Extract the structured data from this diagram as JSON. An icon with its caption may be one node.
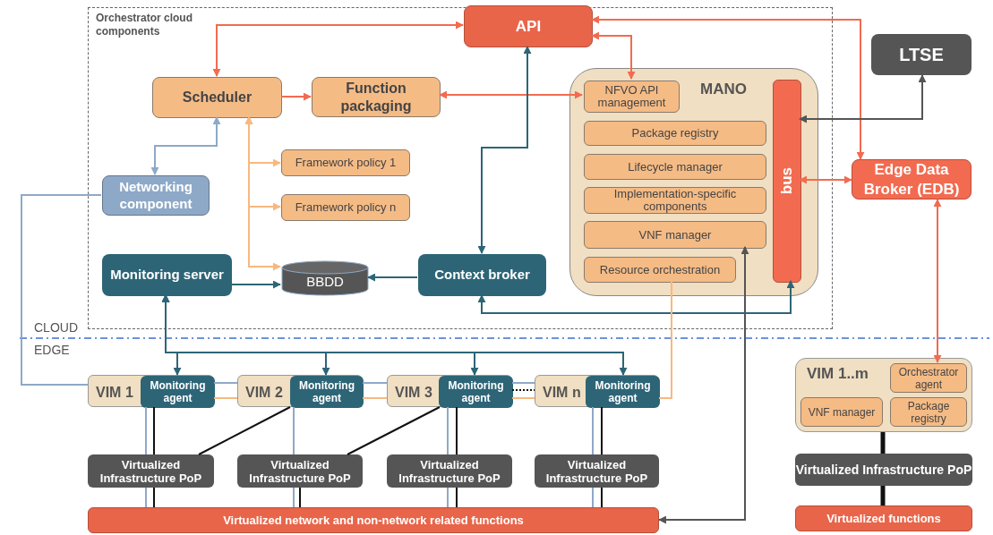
{
  "diagram": {
    "nodes": [
      {
        "text": [
          "Orchestrator cloud components"
        ]
      },
      {
        "text": [
          "API"
        ],
        "in": 0
      },
      {
        "text": [
          "Scheduler"
        ],
        "in": 0
      },
      {
        "text": [
          "Function packaging"
        ],
        "in": 0
      },
      {
        "text": [
          "MANO"
        ],
        "in": 0
      },
      {
        "text": [
          "NFVO API management"
        ],
        "in": 4
      },
      {
        "text": [
          "Package registry"
        ],
        "in": 4
      },
      {
        "text": [
          "Lifecycle manager"
        ],
        "in": 4
      },
      {
        "text": [
          "Implementation-specific components"
        ],
        "in": 4
      },
      {
        "text": [
          "VNF manager"
        ],
        "in": 4
      },
      {
        "text": [
          "Resource orchestration"
        ],
        "in": 4
      },
      {
        "text": [
          "bus"
        ],
        "in": 4
      },
      {
        "text": [
          "Networking component"
        ],
        "in": 0
      },
      {
        "text": [
          "Framework policy 1"
        ],
        "in": 0
      },
      {
        "text": [
          "Framework policy n"
        ],
        "in": 0
      },
      {
        "text": [
          "Monitoring server"
        ],
        "in": 0
      },
      {
        "text": [
          "BBDD"
        ],
        "in": 0
      },
      {
        "text": [
          "Context broker"
        ],
        "in": 0
      },
      {
        "text": [
          "LTSE"
        ]
      },
      {
        "text": [
          "Edge Data Broker (EDB)"
        ]
      },
      {
        "text": [
          "VIM 1"
        ]
      },
      {
        "text": [
          "Monitoring agent"
        ],
        "in": 20
      },
      {
        "text": [
          "VIM 2"
        ]
      },
      {
        "text": [
          "Monitoring agent"
        ],
        "in": 22
      },
      {
        "text": [
          "VIM 3"
        ]
      },
      {
        "text": [
          "Monitoring agent"
        ],
        "in": 24
      },
      {
        "text": [
          "VIM n"
        ]
      },
      {
        "text": [
          "Monitoring agent"
        ],
        "in": 26
      },
      {
        "text": [
          "Virtualized Infrastructure PoP"
        ]
      },
      {
        "text": [
          "Virtualized Infrastructure PoP"
        ]
      },
      {
        "text": [
          "Virtualized Infrastructure PoP"
        ]
      },
      {
        "text": [
          "Virtualized Infrastructure PoP"
        ]
      },
      {
        "text": [
          "Virtualized network and non-network related functions"
        ]
      },
      {
        "text": [
          "VIM 1..m"
        ]
      },
      {
        "text": [
          "Orchestrator agent"
        ],
        "in": 33
      },
      {
        "text": [
          "VNF manager"
        ],
        "in": 33
      },
      {
        "text": [
          "Package registry"
        ],
        "in": 33
      },
      {
        "text": [
          "Virtualized Infrastructure PoP"
        ]
      },
      {
        "text": [
          "Virtualized functions"
        ]
      }
    ],
    "edges": [
      {
        "from": 2,
        "to": 1,
        "arrow": "both",
        "color": "#f26b50"
      },
      {
        "from": 2,
        "to": 3,
        "arrow": "to",
        "color": "#f26b50"
      },
      {
        "from": 5,
        "to": 3,
        "arrow": "both",
        "color": "#f26b50"
      },
      {
        "from": 1,
        "to": 5,
        "arrow": "both",
        "color": "#f26b50"
      },
      {
        "from": 1,
        "to": 19,
        "arrow": "both",
        "color": "#f26b50"
      },
      {
        "from": 12,
        "to": 2,
        "arrow": "both",
        "color": "#8ea9c8"
      },
      {
        "from": 2,
        "to": 13,
        "arrow": "both",
        "color": "#f8b87e"
      },
      {
        "from": 2,
        "to": 14,
        "arrow": "both",
        "color": "#f8b87e"
      },
      {
        "from": 2,
        "to": 16,
        "arrow": "both",
        "color": "#f8b87e"
      },
      {
        "from": 15,
        "to": 16,
        "arrow": "to",
        "color": "#2d6577"
      },
      {
        "from": 17,
        "to": 16,
        "arrow": "to",
        "color": "#2d6577"
      },
      {
        "from": 1,
        "to": 17,
        "arrow": "both",
        "color": "#2d6577"
      },
      {
        "from": 17,
        "to": 11,
        "arrow": "both",
        "color": "#2d6577"
      },
      {
        "from": 11,
        "to": 18,
        "arrow": "both",
        "color": "#555555"
      },
      {
        "from": 11,
        "to": 19,
        "arrow": "both",
        "color": "#f26b50"
      },
      {
        "from": 19,
        "to": 34,
        "arrow": "both",
        "color": "#f26b50"
      },
      {
        "from": 15,
        "to": 21,
        "arrow": "both",
        "color": "#2d6577"
      },
      {
        "from": 15,
        "to": 23,
        "arrow": "both",
        "color": "#2d6577"
      },
      {
        "from": 15,
        "to": 25,
        "arrow": "both",
        "color": "#2d6577"
      },
      {
        "from": 15,
        "to": 27,
        "arrow": "both",
        "color": "#2d6577"
      },
      {
        "from": 12,
        "to": 20,
        "arrow": "none",
        "color": "#8ea9c8"
      },
      {
        "from": 21,
        "to": 22,
        "arrow": "none",
        "color": "#8ea9c8"
      },
      {
        "from": 23,
        "to": 24,
        "arrow": "none",
        "color": "#8ea9c8"
      },
      {
        "from": 25,
        "to": 26,
        "arrow": "none",
        "color": "#8ea9c8"
      },
      {
        "from": 21,
        "to": 22,
        "arrow": "none",
        "color": "#f8b87e"
      },
      {
        "from": 23,
        "to": 24,
        "arrow": "none",
        "color": "#f8b87e"
      },
      {
        "from": 25,
        "to": 26,
        "arrow": "none",
        "color": "#f8b87e"
      },
      {
        "from": 25,
        "to": 26,
        "arrow": "none",
        "style": "dashed",
        "color": "#111111"
      },
      {
        "from": 10,
        "to": 27,
        "arrow": "none",
        "color": "#f8b87e"
      },
      {
        "from": 20,
        "to": 28,
        "arrow": "none",
        "color": "#8ea9c8"
      },
      {
        "from": 22,
        "to": 29,
        "arrow": "none",
        "color": "#8ea9c8"
      },
      {
        "from": 24,
        "to": 30,
        "arrow": "none",
        "color": "#8ea9c8"
      },
      {
        "from": 26,
        "to": 31,
        "arrow": "none",
        "color": "#8ea9c8"
      },
      {
        "from": 21,
        "to": 28,
        "arrow": "none",
        "color": "#111111"
      },
      {
        "from": 25,
        "to": 30,
        "arrow": "none",
        "color": "#111111"
      },
      {
        "from": 27,
        "to": 31,
        "arrow": "none",
        "color": "#111111"
      },
      {
        "from": 23,
        "to": 28,
        "arrow": "none",
        "color": "#111111"
      },
      {
        "from": 25,
        "to": 29,
        "arrow": "none",
        "color": "#111111"
      },
      {
        "from": 28,
        "to": 32,
        "arrow": "none",
        "color": "#111111"
      },
      {
        "from": 29,
        "to": 32,
        "arrow": "none",
        "color": "#111111"
      },
      {
        "from": 30,
        "to": 32,
        "arrow": "none",
        "color": "#111111"
      },
      {
        "from": 31,
        "to": 32,
        "arrow": "none",
        "color": "#111111"
      },
      {
        "from": 28,
        "to": 32,
        "arrow": "none",
        "color": "#8ea9c8"
      },
      {
        "from": 29,
        "to": 32,
        "arrow": "none",
        "color": "#8ea9c8"
      },
      {
        "from": 30,
        "to": 32,
        "arrow": "none",
        "color": "#8ea9c8"
      },
      {
        "from": 31,
        "to": 32,
        "arrow": "none",
        "color": "#8ea9c8"
      },
      {
        "from": 9,
        "to": 32,
        "arrow": "both",
        "color": "#555555"
      },
      {
        "from": 33,
        "to": 37,
        "arrow": "none",
        "style": "thick",
        "color": "#111111"
      },
      {
        "from": 37,
        "to": 38,
        "arrow": "none",
        "style": "thick",
        "color": "#111111"
      }
    ],
    "labels": [
      "CLOUD",
      "EDGE"
    ]
  }
}
